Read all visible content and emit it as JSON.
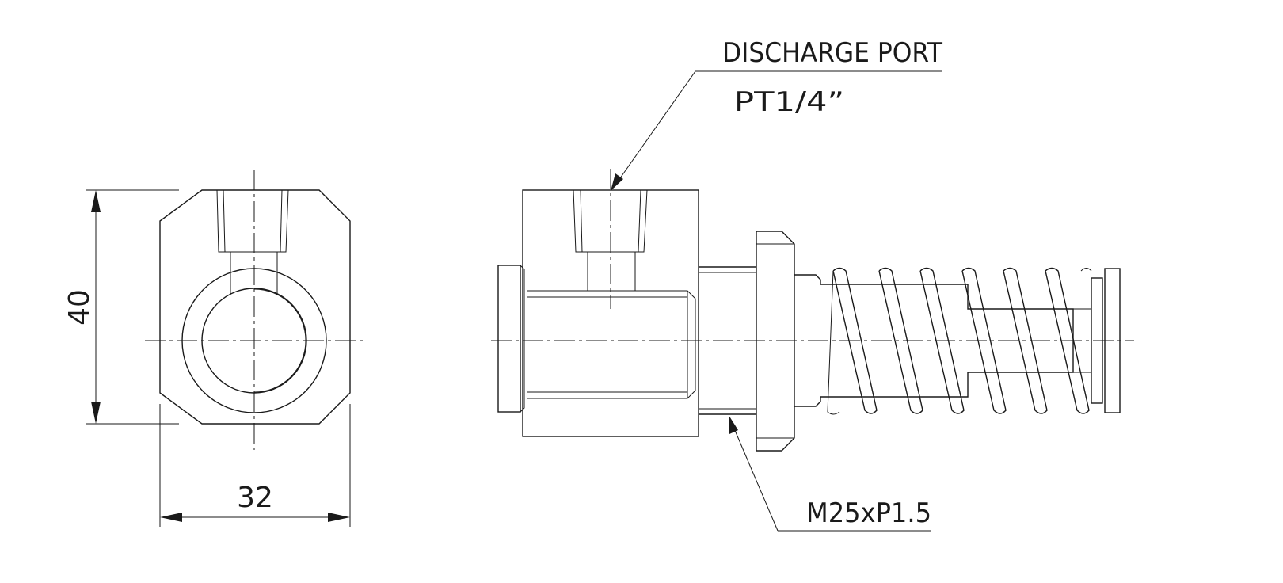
{
  "labels": {
    "discharge_port": "DISCHARGE PORT",
    "port_thread": "PT1/4”",
    "body_thread": "M25xP1.5",
    "height_dim": "40",
    "width_dim": "32"
  },
  "colors": {
    "line": "#1a1a1a",
    "background": "#ffffff"
  }
}
